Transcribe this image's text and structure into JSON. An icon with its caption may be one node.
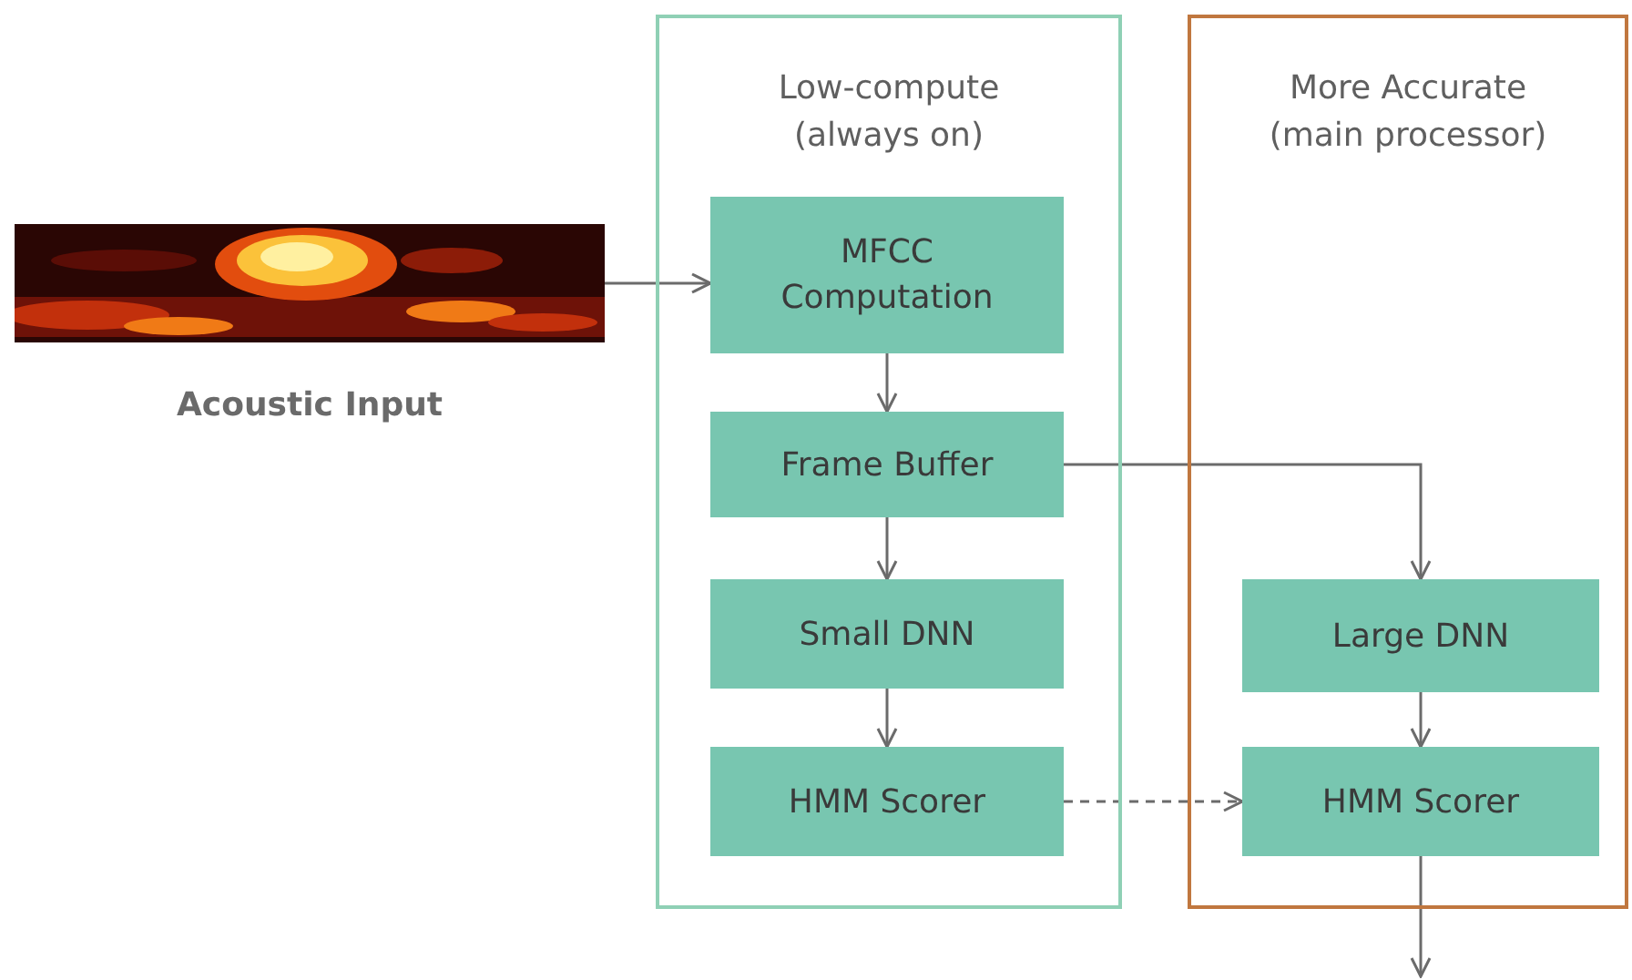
{
  "diagram": {
    "nodes": [
      {
        "text": [],
        "shape": "picture",
        "beside": [
          "Acoustic Input"
        ]
      },
      {
        "text": [
          "Low-compute (always on)"
        ]
      },
      {
        "text": [
          "MFCC Computation"
        ],
        "in": 1
      },
      {
        "text": [
          "Frame Buffer"
        ],
        "in": 1
      },
      {
        "text": [
          "Small DNN"
        ],
        "in": 1
      },
      {
        "text": [
          "HMM Scorer"
        ],
        "in": 1
      },
      {
        "text": [
          "More Accurate (main processor)"
        ]
      },
      {
        "text": [
          "Large DNN"
        ],
        "in": 6
      },
      {
        "text": [
          "HMM Scorer"
        ],
        "in": 6
      }
    ],
    "edges": [
      {
        "from": 0,
        "to": 2,
        "arrow": "to"
      },
      {
        "from": 2,
        "to": 3,
        "arrow": "to"
      },
      {
        "from": 3,
        "to": 4,
        "arrow": "to"
      },
      {
        "from": 4,
        "to": 5,
        "arrow": "to"
      },
      {
        "from": 3,
        "to": 7,
        "arrow": "to"
      },
      {
        "from": 5,
        "to": 8,
        "arrow": "to",
        "style": "dashed"
      },
      {
        "from": 7,
        "to": 8,
        "arrow": "to"
      },
      {
        "from": 8,
        "to": null,
        "arrow": "to"
      }
    ]
  }
}
